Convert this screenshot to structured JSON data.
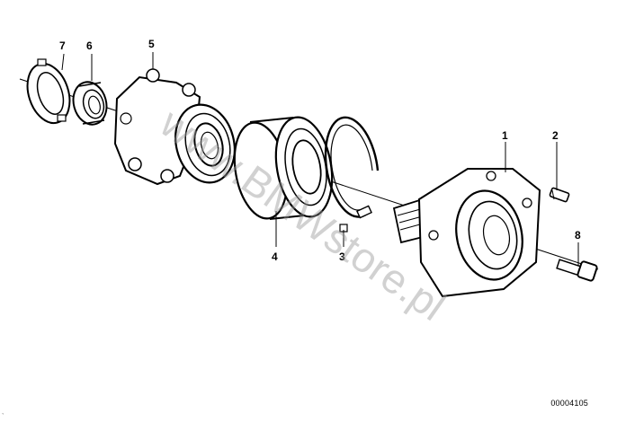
{
  "diagram": {
    "callouts": {
      "p1": "1",
      "p2": "2",
      "p3": "3",
      "p4": "4",
      "p5": "5",
      "p6": "6",
      "p7": "7",
      "p8": "8"
    },
    "diagram_id": "00004105",
    "watermark": "www.BMWstore.pl"
  }
}
